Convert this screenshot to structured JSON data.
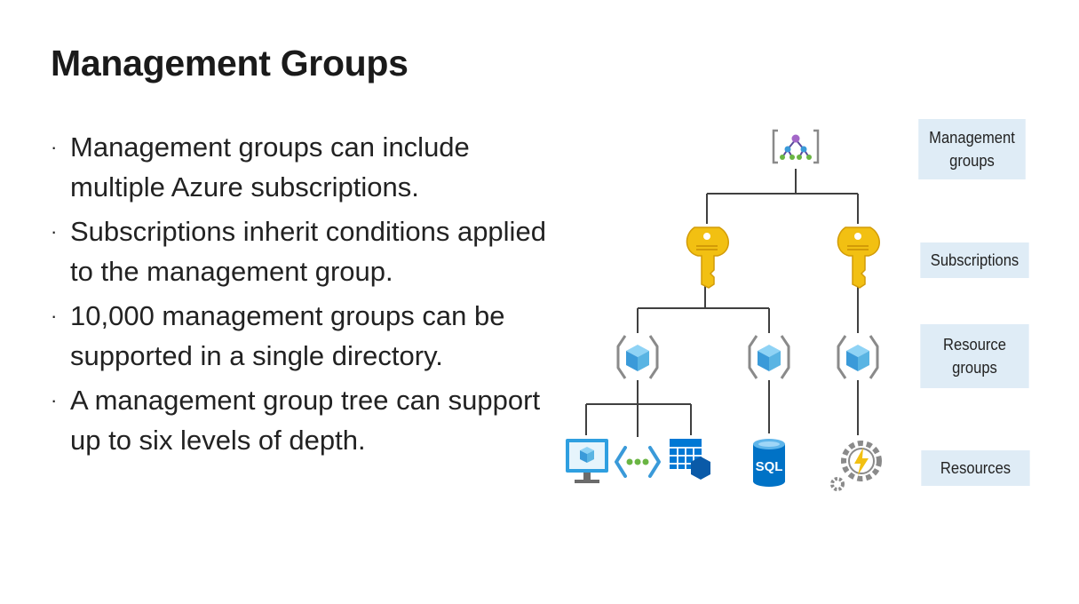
{
  "title": "Management Groups",
  "bullets": [
    "Management groups can include multiple Azure subscriptions.",
    "Subscriptions inherit conditions applied to the management group.",
    "10,000 management groups can be supported in a single directory.",
    "A management group tree can support up to six levels of depth."
  ],
  "bullet_marker": "·",
  "diagram": {
    "level_labels": {
      "management_groups": "Management groups",
      "subscriptions": "Subscriptions",
      "resource_groups": "Resource groups",
      "resources": "Resources"
    },
    "resource_sql_text": "SQL",
    "icons": [
      "management-group-icon",
      "key-icon",
      "resource-group-icon",
      "virtual-machine-icon",
      "virtual-network-icon",
      "sql-database-icon",
      "function-app-icon"
    ],
    "colors": {
      "label_bg": "#dfecf6",
      "key": "#f2c012",
      "cube": "#59b4e3",
      "connector": "#404040",
      "sql": "#0072c6",
      "vm": "#2f9fe0"
    }
  }
}
